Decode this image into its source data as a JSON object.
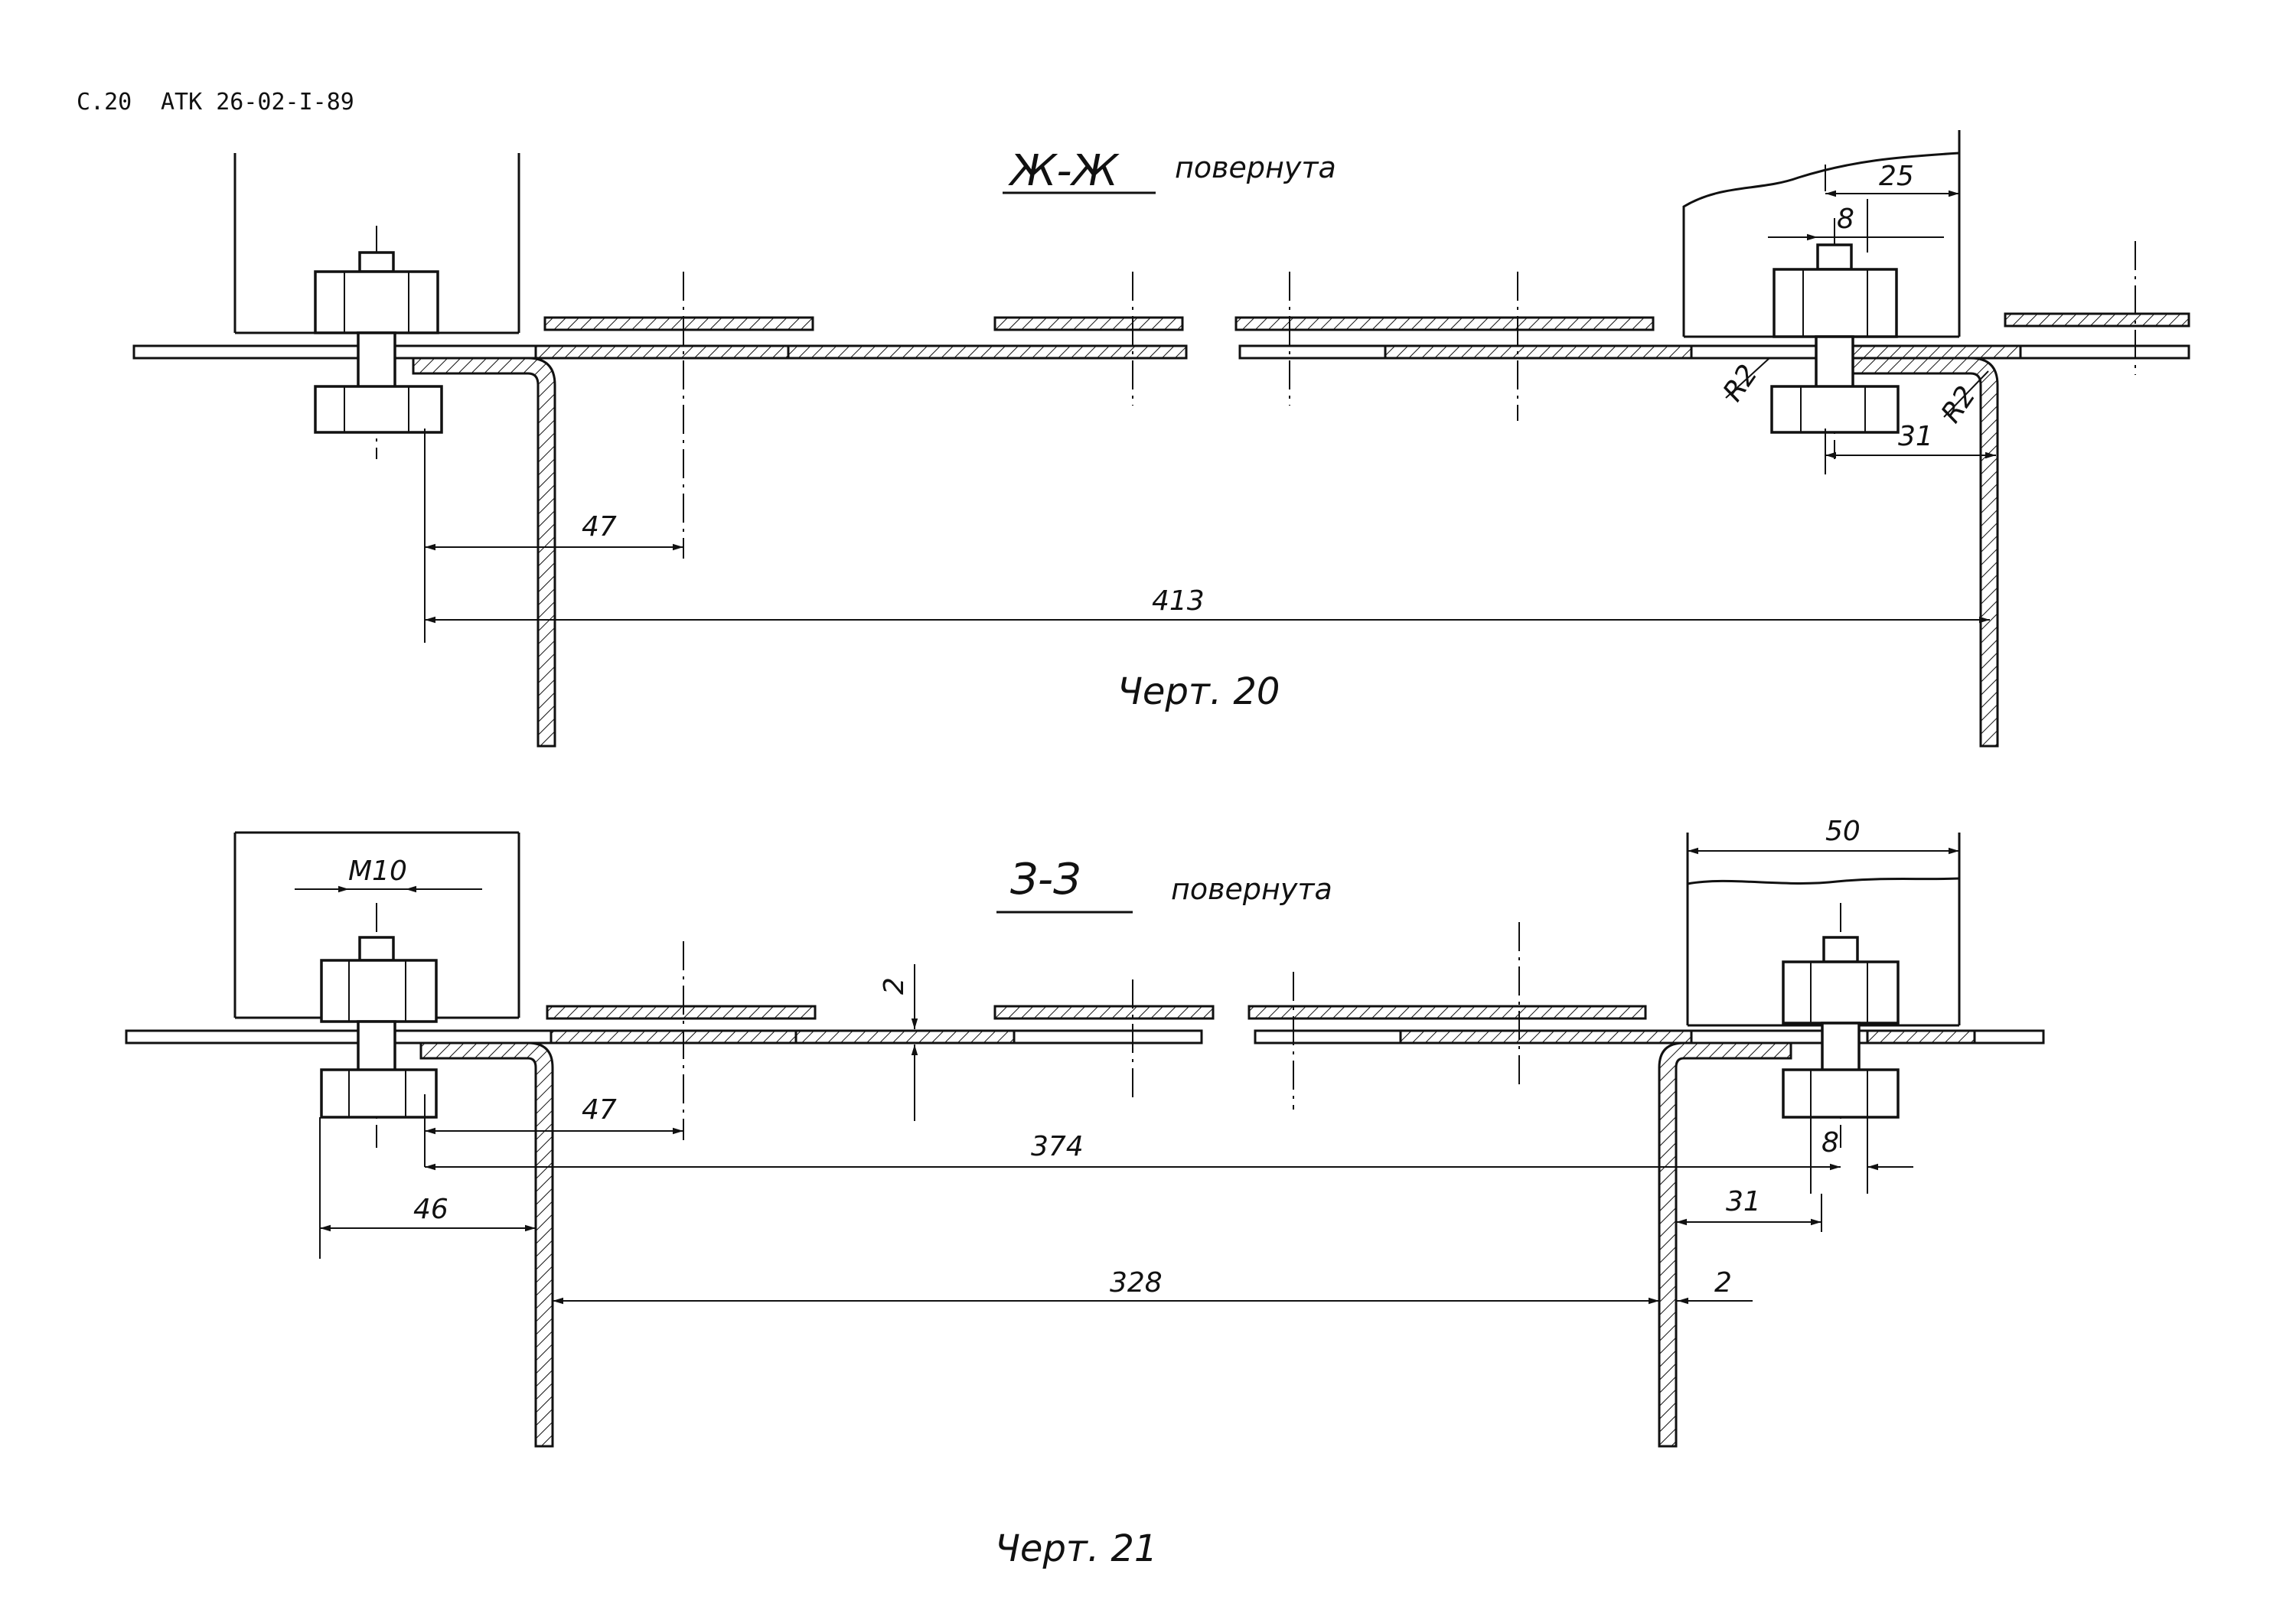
{
  "header": {
    "sheet_number": "С.20",
    "document_code": "АТК 26-02-I-89"
  },
  "figure_20": {
    "section_label": "Ж-Ж",
    "section_note": "повернута",
    "caption": "Черт. 20",
    "dimensions": {
      "d47": "47",
      "d413": "413",
      "d25": "25",
      "d8": "8",
      "d31": "31",
      "radius_a": "R2",
      "radius_b": "R2"
    }
  },
  "figure_21": {
    "section_label": "З-З",
    "section_note": "повернута",
    "caption": "Черт. 21",
    "dimensions": {
      "thread": "M10",
      "d2_plate": "2",
      "d47": "47",
      "d374": "374",
      "d46": "46",
      "d328": "328",
      "d50": "50",
      "d8": "8",
      "d31": "31",
      "d2_wall": "2"
    }
  }
}
